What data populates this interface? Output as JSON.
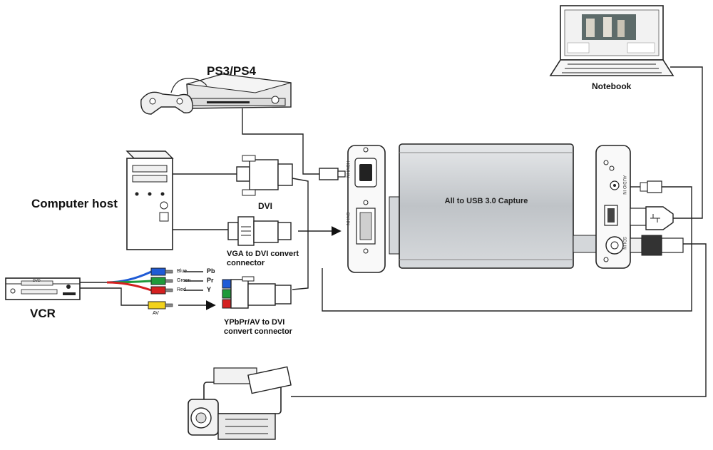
{
  "labels": {
    "ps": "PS3/PS4",
    "notebook": "Notebook",
    "computer_host": "Computer host",
    "dvi": "DVI",
    "vga_to_dvi": "VGA to DVI convert connector",
    "vcr": "VCR",
    "ypbpr_av": "YPbPr/AV to DVI convert connector",
    "capture_device": "All to USB 3.0 Capture"
  },
  "component_cables": {
    "blue": "Blue",
    "green": "Green",
    "red": "Red",
    "pb": "Pb",
    "pr": "Pr",
    "y": "Y",
    "av": "AV"
  },
  "ports": {
    "hdmi_in": "HDMI IN",
    "dvi_in": "DVI IN",
    "audio_in": "AUDIO IN",
    "sdi_in": "SDI IN",
    "vcr_badge": "DVD"
  },
  "colors": {
    "cable_blue": "#1f5bd6",
    "cable_green": "#1f9a3a",
    "cable_red": "#d42020",
    "cable_yellow": "#f2d21b",
    "device_body": "#c8ccd0"
  }
}
